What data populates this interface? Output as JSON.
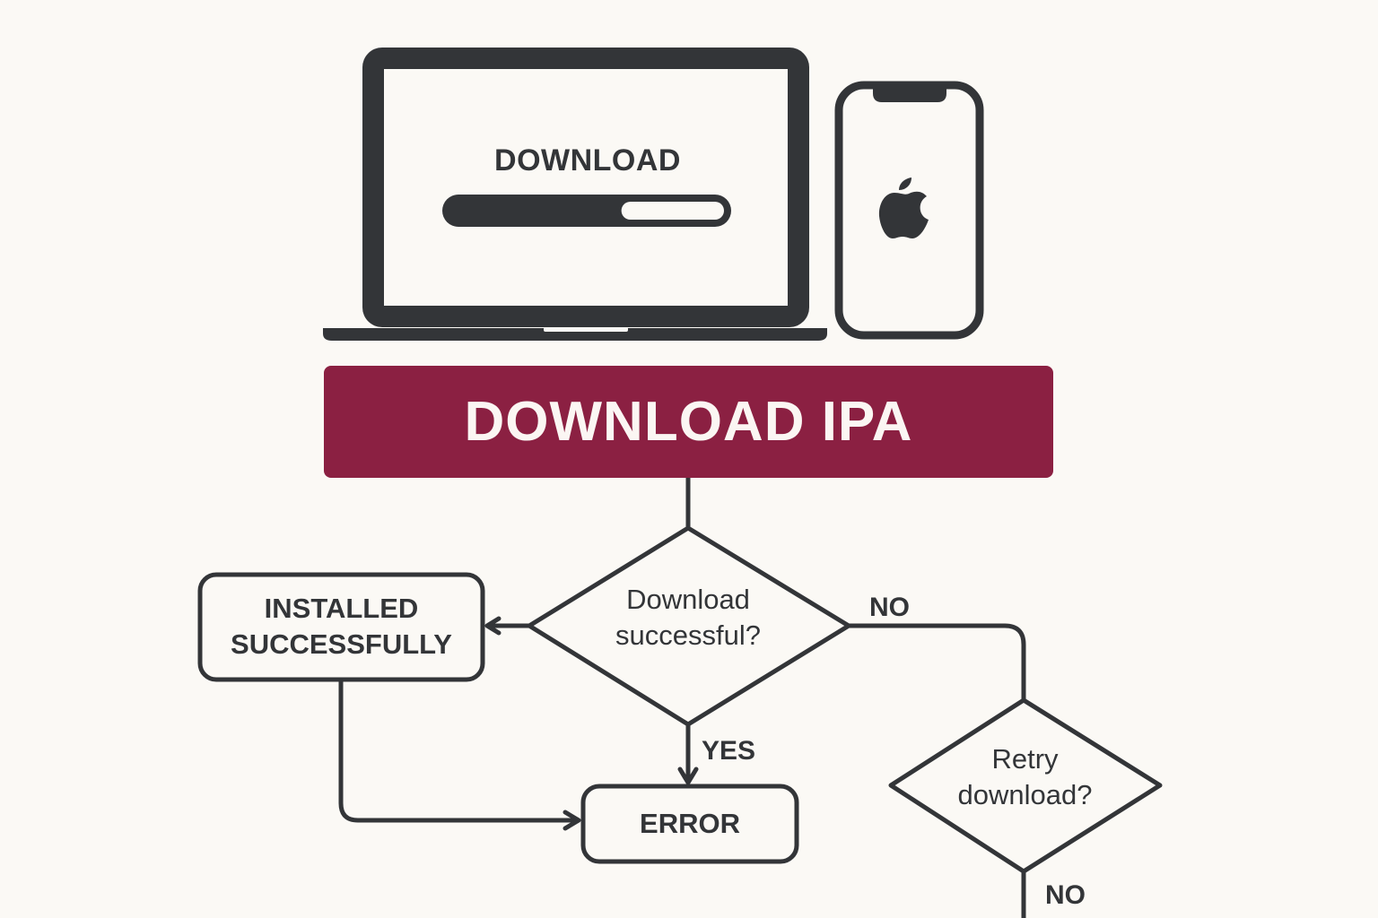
{
  "laptop": {
    "screen_label": "DOWNLOAD",
    "progress_fraction": 0.62
  },
  "phone": {
    "icon": "apple-logo-icon"
  },
  "banner": {
    "label": "DOWNLOAD IPA",
    "color": "#8b2042"
  },
  "flowchart": {
    "decision_download": {
      "line1": "Download",
      "line2": "successful?"
    },
    "node_installed": {
      "line1": "INSTALLED",
      "line2": "SUCCESSFULLY"
    },
    "node_error": {
      "label": "ERROR"
    },
    "decision_retry": {
      "line1": "Retry",
      "line2": "download?"
    },
    "edge_labels": {
      "download_no": "NO",
      "download_yes": "YES",
      "retry_no": "NO"
    }
  },
  "colors": {
    "ink": "#333538",
    "background": "#fbf9f5"
  }
}
